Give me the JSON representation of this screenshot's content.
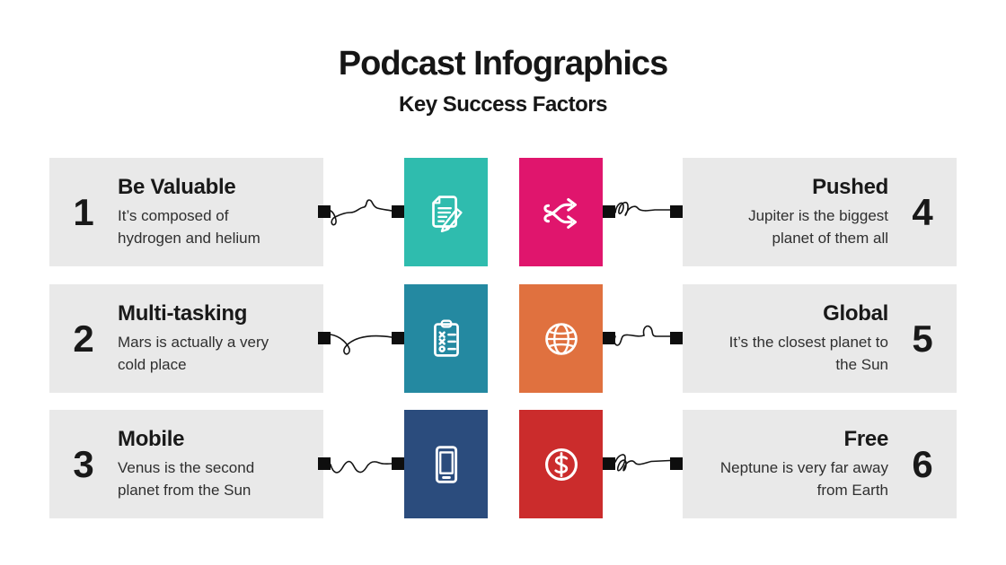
{
  "header": {
    "title": "Podcast Infographics",
    "subtitle": "Key Success Factors"
  },
  "colors": {
    "background": "#ffffff",
    "card_background": "#e9e9e9",
    "text": "#191919",
    "connector": "#141414"
  },
  "rows": [
    {
      "left": {
        "number": "1",
        "title": "Be Valuable",
        "description": "It’s composed of\nhydrogen and helium"
      },
      "leftIcon": {
        "icon": "notes-pencil-icon",
        "color": "#2fbcae"
      },
      "rightIcon": {
        "icon": "shuffle-icon",
        "color": "#e0156d"
      },
      "right": {
        "number": "4",
        "title": "Pushed",
        "description": "Jupiter is the biggest\nplanet of them all"
      }
    },
    {
      "left": {
        "number": "2",
        "title": "Multi-tasking",
        "description": "Mars is actually a very\ncold place"
      },
      "leftIcon": {
        "icon": "checklist-clipboard-icon",
        "color": "#2489a1"
      },
      "rightIcon": {
        "icon": "globe-icon",
        "color": "#e0713f"
      },
      "right": {
        "number": "5",
        "title": "Global",
        "description": "It’s the closest planet to\nthe Sun"
      }
    },
    {
      "left": {
        "number": "3",
        "title": "Mobile",
        "description": "Venus is the second\nplanet from the Sun"
      },
      "leftIcon": {
        "icon": "smartphone-icon",
        "color": "#2b4c7d"
      },
      "rightIcon": {
        "icon": "dollar-coin-icon",
        "color": "#cb2c2c"
      },
      "right": {
        "number": "6",
        "title": "Free",
        "description": "Neptune is very far away\nfrom Earth"
      }
    }
  ]
}
